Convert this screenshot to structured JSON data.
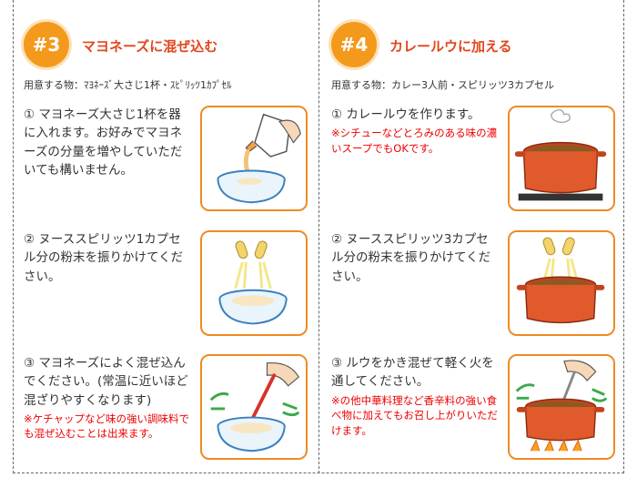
{
  "sections": [
    {
      "badge": "#3",
      "title": "マヨネーズに混ぜ込む",
      "needs": "用意する物：ﾏﾖﾈｰｽﾞ大さじ1杯・ｽﾋﾟﾘｯﾂ1ｶﾌﾟｾﾙ",
      "steps": [
        {
          "text": "① マヨネーズ大さじ1杯を器に入れます。お好みでマヨネーズの分量を増やしていただいても構いません。",
          "note": ""
        },
        {
          "text": "② ヌーススピリッツ1カプセル分の粉末を振りかけてください。",
          "note": ""
        },
        {
          "text": "③ マヨネーズによく混ぜ込んでください。(常温に近いほど混ざりやすくなります)",
          "note": "※ケチャップなど味の強い調味料でも混ぜ込むことは出来ます。"
        }
      ]
    },
    {
      "badge": "#4",
      "title": "カレールウに加える",
      "needs": "用意する物：カレー3人前・スピリッツ3カプセル",
      "steps": [
        {
          "text": "① カレールウを作ります。",
          "note": "※シチューなどとろみのある味の濃いスープでもOKです。"
        },
        {
          "text": "② ヌーススピリッツ3カプセル分の粉末を振りかけてください。",
          "note": ""
        },
        {
          "text": "③ ルウをかき混ぜて軽く火を通してください。",
          "note": "※の他中華料理など香辛料の強い食べ物に加えてもお召し上がりいただけます。"
        }
      ]
    }
  ]
}
